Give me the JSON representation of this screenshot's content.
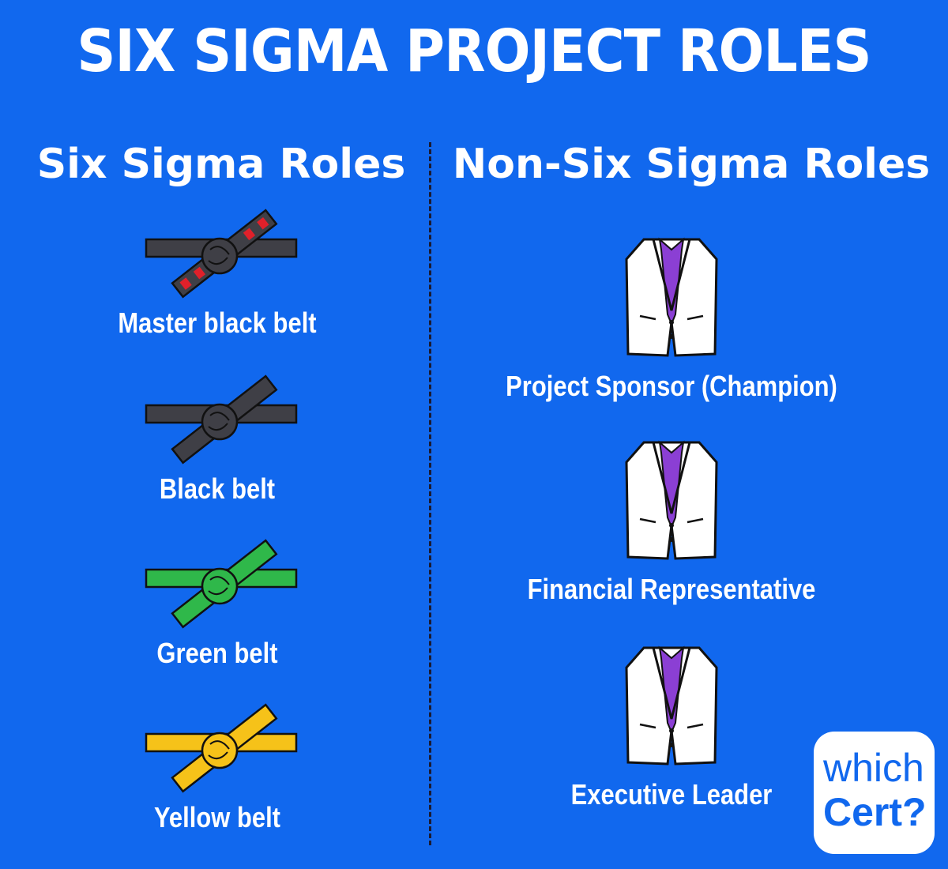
{
  "title": "SIX SIGMA PROJECT ROLES",
  "left_heading": "Six Sigma Roles",
  "right_heading": "Non-Six Sigma Roles",
  "six_sigma_roles": [
    {
      "label": "Master black belt",
      "icon": "black-belt-red-stripes-icon",
      "color": "#3f3f46",
      "accent": "#e0202a"
    },
    {
      "label": "Black belt",
      "icon": "black-belt-icon",
      "color": "#3f3f46"
    },
    {
      "label": "Green belt",
      "icon": "green-belt-icon",
      "color": "#2fb84a"
    },
    {
      "label": "Yellow belt",
      "icon": "yellow-belt-icon",
      "color": "#f6c219"
    }
  ],
  "non_six_sigma_roles": [
    {
      "label": "Project Sponsor (Champion)",
      "icon": "suit-jacket-icon"
    },
    {
      "label": "Financial Representative",
      "icon": "suit-jacket-icon"
    },
    {
      "label": "Executive Leader",
      "icon": "suit-jacket-icon"
    }
  ],
  "colors": {
    "background": "#1168ee",
    "text": "#ffffff",
    "tie": "#8b3fd4",
    "suit": "#ffffff"
  },
  "logo": {
    "line1": "which",
    "line2": "Cert?"
  }
}
